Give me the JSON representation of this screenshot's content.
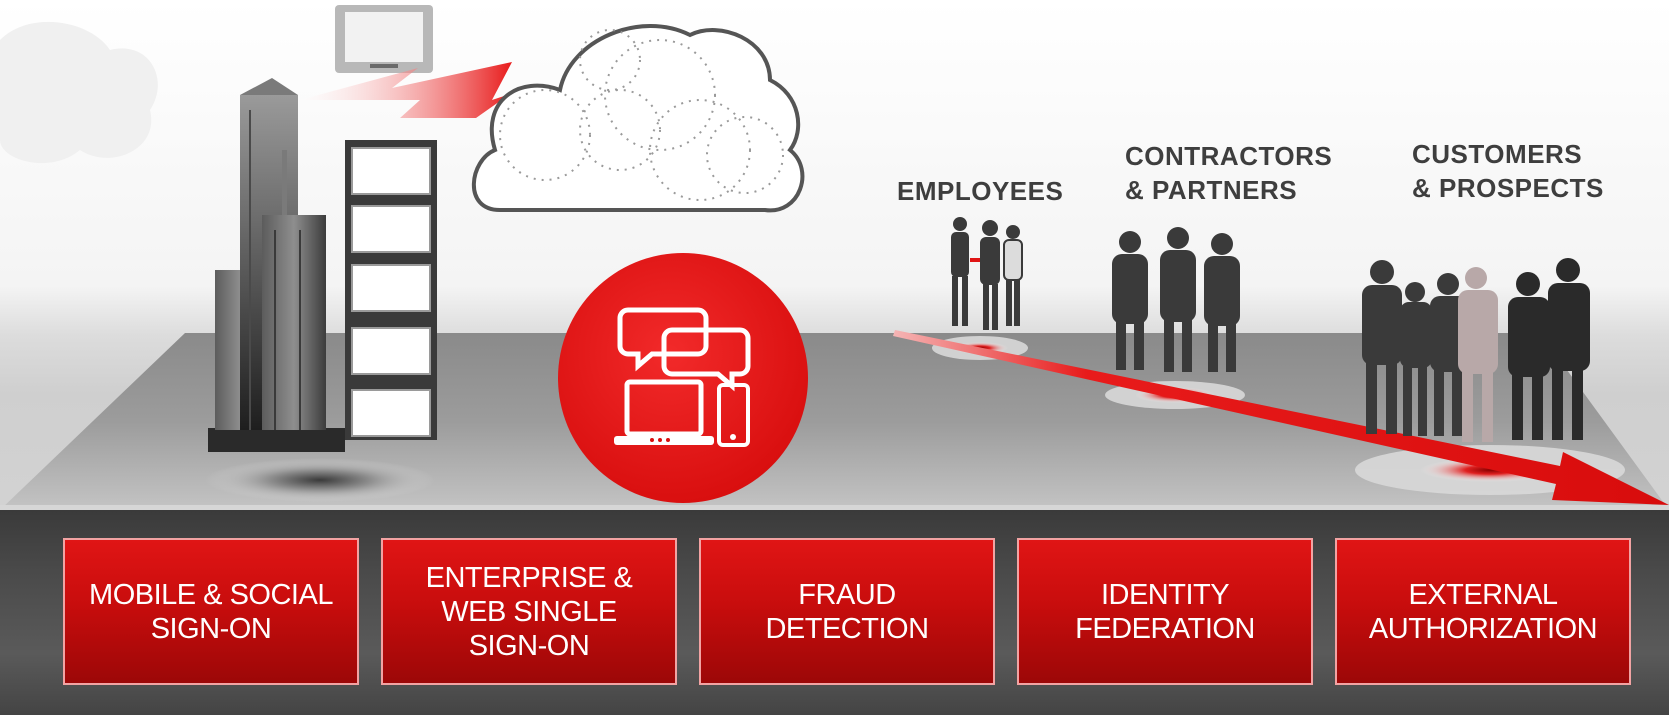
{
  "groups": {
    "employees": [
      "EMPLOYEES"
    ],
    "contractors": [
      "CONTRACTORS",
      "& PARTNERS"
    ],
    "customers": [
      "CUSTOMERS",
      "& PROSPECTS"
    ]
  },
  "services": [
    {
      "lines": [
        "MOBILE & SOCIAL",
        "SIGN-ON"
      ]
    },
    {
      "lines": [
        "ENTERPRISE &",
        "WEB SINGLE",
        "SIGN-ON"
      ]
    },
    {
      "lines": [
        "FRAUD",
        "DETECTION"
      ]
    },
    {
      "lines": [
        "IDENTITY",
        "FEDERATION"
      ]
    },
    {
      "lines": [
        "EXTERNAL",
        "AUTHORIZATION"
      ]
    }
  ],
  "icons": [
    "enterprise-building-icon",
    "cloud-icon",
    "tablet-icon",
    "lightning-bolt-icon",
    "devices-chat-icon",
    "people-silhouette-icon",
    "red-arrow-icon"
  ],
  "colors": {
    "accent": "#e01515",
    "dark_bar": "#3e3e3e",
    "label_text": "#3e3e3e"
  }
}
